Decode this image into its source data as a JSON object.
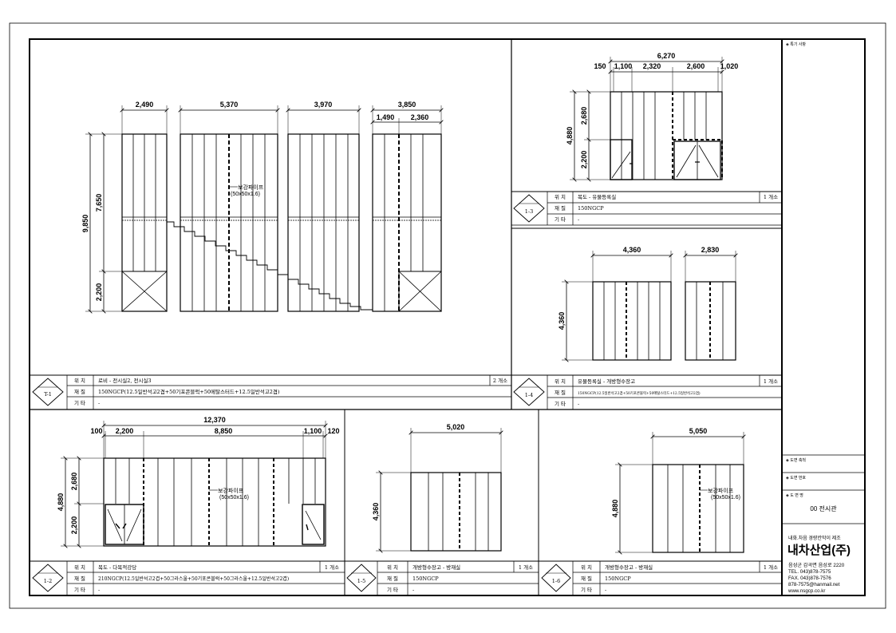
{
  "titleblock": {
    "notes_title": "◈ 특기 사항",
    "scale_label": "◈ 도면 축척",
    "number_label": "◈ 도면 번호",
    "name_label": "◈ 도 면 명",
    "drawing_name": "00 전시관",
    "maker_tagline": "내화.차음 경량칸막이 제조",
    "company": "내차산업(주)",
    "address": "음성군 감곡면 음성로 2220",
    "tel": "TEL. 043)878-7575",
    "fax": "FAX. 043)878-7576",
    "email": "878-7575@hanmail.net",
    "web": "www.nsgcp.co.kr"
  },
  "labels": {
    "loc": "위  치",
    "mat": "재  질",
    "etc": "기  타"
  },
  "panels": {
    "t1": {
      "tag": "T-1",
      "location": "로비 - 전시실2, 전시실3",
      "count": "2 개소",
      "material": "150NGCP(12.5일반석고2겹+50기포콘블럭+50메탈스터드+12.5일반석고2겹)",
      "etc": "-"
    },
    "p13": {
      "tag": "1-3",
      "location": "복도 - 유물등록실",
      "count": "1 개소",
      "material": "150NGCP",
      "etc": "-"
    },
    "p14": {
      "tag": "1-4",
      "location": "유물등록실 - 개방형수장고",
      "count": "1 개소",
      "material": "150NGCP(12.5일반석고2겹+50기포콘블럭+50메탈스터드+12.5일반석고2겹)",
      "etc": "-"
    },
    "p12": {
      "tag": "1-2",
      "location": "복도 - 다목적강당",
      "count": "1 개소",
      "material": "210NGCP(12.5일반석고2겹+50그라스울+50기포콘블럭+50그라스울+12.5일반석고2겹)",
      "etc": "-"
    },
    "p15": {
      "tag": "1-5",
      "location": "개방형수장고 - 방재실",
      "count": "1 개소",
      "material": "150NGCP",
      "etc": "-"
    },
    "p16": {
      "tag": "1-6",
      "location": "개방형수장고 - 방재실",
      "count": "1 개소",
      "material": "150NGCP",
      "etc": "-"
    }
  },
  "dims": {
    "t1_w1": "2,490",
    "t1_w2": "5,370",
    "t1_w3": "3,970",
    "t1_w4": "3,850",
    "t1_w4a": "1,490",
    "t1_w4b": "2,360",
    "t1_h_total": "9,850",
    "t1_h_upper": "7,650",
    "t1_h_lower": "2,200",
    "p13_total": "6,270",
    "p13_a": "150",
    "p13_b": "1,100",
    "p13_c": "2,320",
    "p13_d": "2,600",
    "p13_e": "1,020",
    "p13_h_total": "4,880",
    "p13_h_upper": "2,680",
    "p13_h_lower": "2,200",
    "p14_w1": "4,360",
    "p14_w2": "2,830",
    "p14_h": "4,360",
    "p12_total": "12,370",
    "p12_a": "100",
    "p12_b": "2,200",
    "p12_c": "8,850",
    "p12_d": "1,100",
    "p12_e": "120",
    "p12_h_total": "4,880",
    "p12_h_upper": "2,680",
    "p12_h_lower": "2,200",
    "p15_w": "5,020",
    "p15_h": "4,360",
    "p16_w": "5,050",
    "p16_h": "4,880"
  },
  "annotations": {
    "pipe_1": "보강파이프",
    "pipe_1_size": "(50x50x1.6)",
    "pipe_2": "보강파이프",
    "pipe_2_size": "(50x50x1.6)",
    "pipe_3": "보강파이프",
    "pipe_3_size": "(50x50x1.6)"
  }
}
